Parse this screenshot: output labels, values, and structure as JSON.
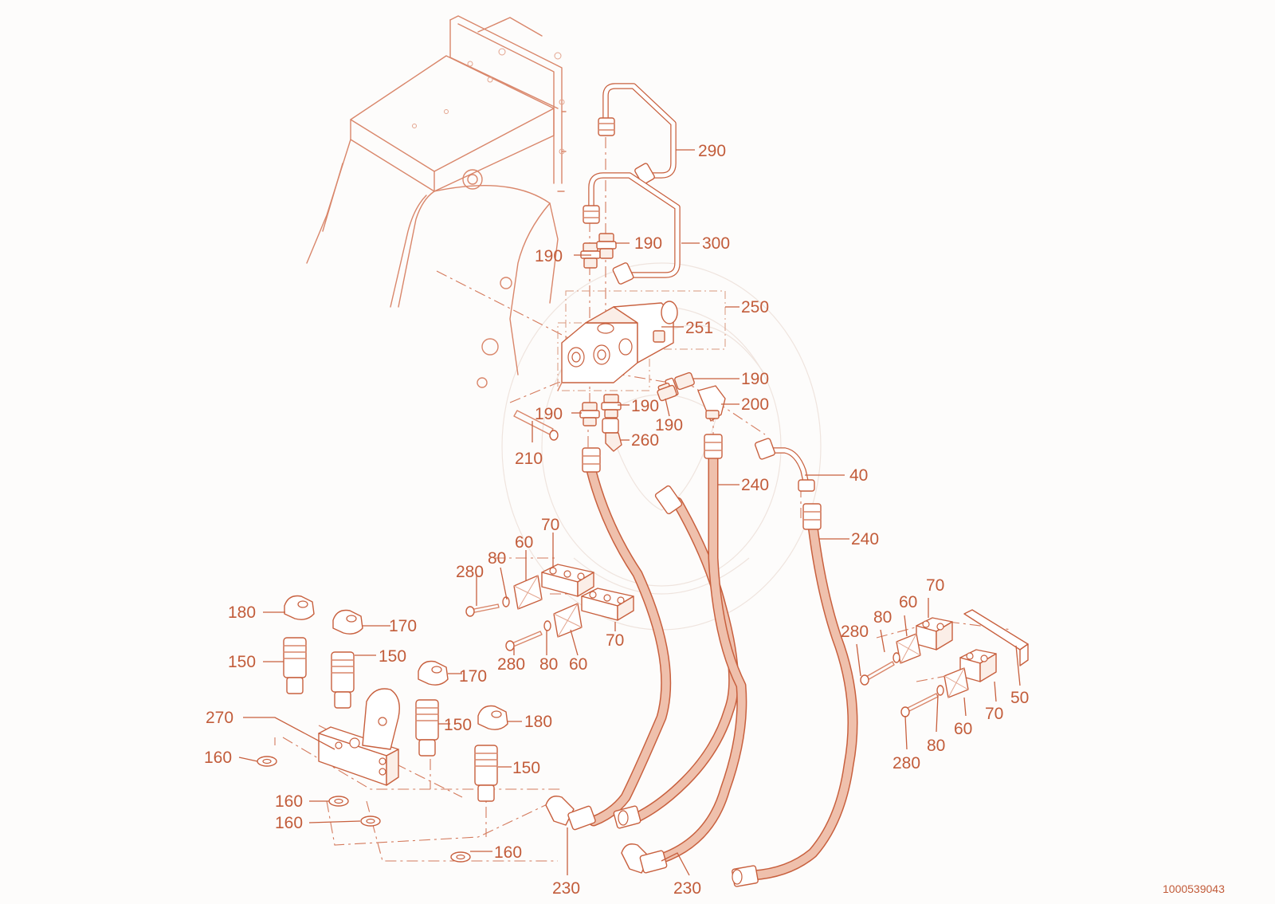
{
  "diagram": {
    "accent_color": "#c25c3a",
    "drawing_number": "1000539043",
    "callouts": [
      {
        "id": "c290",
        "label": "290"
      },
      {
        "id": "c300",
        "label": "300"
      },
      {
        "id": "c190a",
        "label": "190"
      },
      {
        "id": "c190b",
        "label": "190"
      },
      {
        "id": "c250",
        "label": "250"
      },
      {
        "id": "c251",
        "label": "251"
      },
      {
        "id": "c190c",
        "label": "190"
      },
      {
        "id": "c200",
        "label": "200"
      },
      {
        "id": "c190d",
        "label": "190"
      },
      {
        "id": "c190e",
        "label": "190"
      },
      {
        "id": "c190f",
        "label": "190"
      },
      {
        "id": "c210",
        "label": "210"
      },
      {
        "id": "c260",
        "label": "260"
      },
      {
        "id": "c40",
        "label": "40"
      },
      {
        "id": "c240a",
        "label": "240"
      },
      {
        "id": "c240b",
        "label": "240"
      },
      {
        "id": "c70a",
        "label": "70"
      },
      {
        "id": "c60a",
        "label": "60"
      },
      {
        "id": "c80a",
        "label": "80"
      },
      {
        "id": "c280a",
        "label": "280"
      },
      {
        "id": "c70b",
        "label": "70"
      },
      {
        "id": "c280b",
        "label": "280"
      },
      {
        "id": "c80b",
        "label": "80"
      },
      {
        "id": "c60b",
        "label": "60"
      },
      {
        "id": "c180a",
        "label": "180"
      },
      {
        "id": "c170a",
        "label": "170"
      },
      {
        "id": "c150a",
        "label": "150"
      },
      {
        "id": "c150b",
        "label": "150"
      },
      {
        "id": "c170b",
        "label": "170"
      },
      {
        "id": "c150c",
        "label": "150"
      },
      {
        "id": "c180b",
        "label": "180"
      },
      {
        "id": "c150d",
        "label": "150"
      },
      {
        "id": "c270",
        "label": "270"
      },
      {
        "id": "c160a",
        "label": "160"
      },
      {
        "id": "c160b",
        "label": "160"
      },
      {
        "id": "c160c",
        "label": "160"
      },
      {
        "id": "c160d",
        "label": "160"
      },
      {
        "id": "c230a",
        "label": "230"
      },
      {
        "id": "c230b",
        "label": "230"
      },
      {
        "id": "c70c",
        "label": "70"
      },
      {
        "id": "c60c",
        "label": "60"
      },
      {
        "id": "c80c",
        "label": "80"
      },
      {
        "id": "c280c",
        "label": "280"
      },
      {
        "id": "c50",
        "label": "50"
      },
      {
        "id": "c70d",
        "label": "70"
      },
      {
        "id": "c60d",
        "label": "60"
      },
      {
        "id": "c80d",
        "label": "80"
      },
      {
        "id": "c280d",
        "label": "280"
      }
    ]
  }
}
